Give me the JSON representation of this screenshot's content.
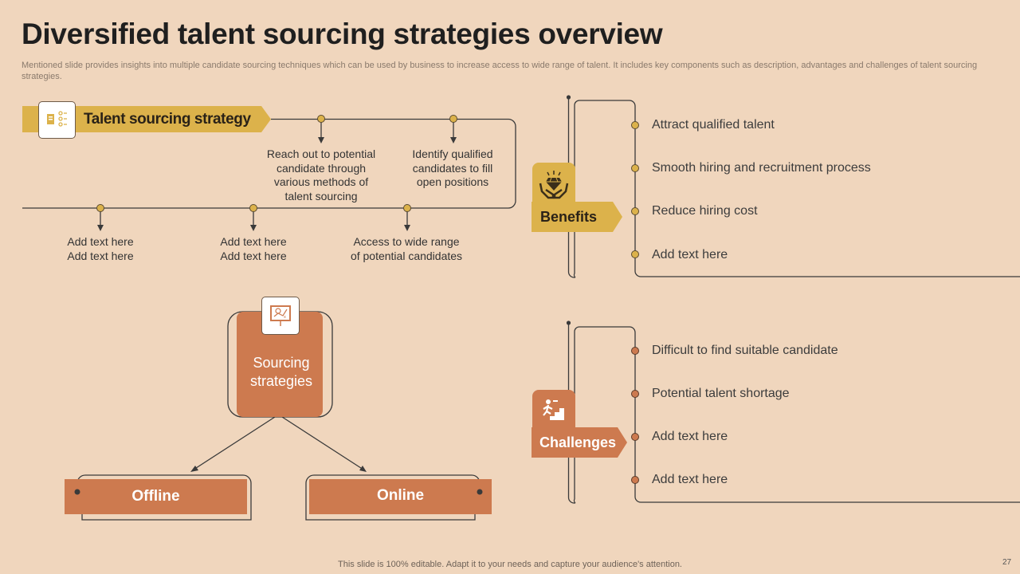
{
  "title": "Diversified talent sourcing strategies overview",
  "subtitle": "Mentioned slide provides insights into multiple candidate sourcing techniques which can be used by business to increase access to wide range of talent. It includes key components such as description, advantages and challenges of talent sourcing strategies.",
  "timeline": {
    "banner_label": "Talent sourcing strategy",
    "upper_items": [
      "Reach out to potential candidate through various methods of talent sourcing",
      "Identify qualified candidates to fill open positions"
    ],
    "lower_items": [
      "Add text here Add text here",
      "Add text here Add text here",
      "Access to wide range of potential candidates"
    ]
  },
  "benefits": {
    "label": "Benefits",
    "items": [
      "Attract qualified talent",
      "Smooth hiring and recruitment process",
      "Reduce hiring cost",
      "Add text here"
    ]
  },
  "challenges": {
    "label": "Challenges",
    "items": [
      "Difficult to find suitable candidate",
      "Potential talent shortage",
      "Add text here",
      "Add text here"
    ]
  },
  "sourcing": {
    "label": "Sourcing strategies",
    "offline": "Offline",
    "online": "Online"
  },
  "footer": "This slide is 100% editable. Adapt it to your needs and capture your audience's attention.",
  "page_number": "27",
  "colors": {
    "gold": "#dcb24b",
    "terracotta": "#cd7a4f",
    "background": "#f0d6bd"
  },
  "icons": [
    "document-list-icon",
    "diamond-hands-icon",
    "climbing-stairs-icon",
    "strategy-board-icon"
  ]
}
